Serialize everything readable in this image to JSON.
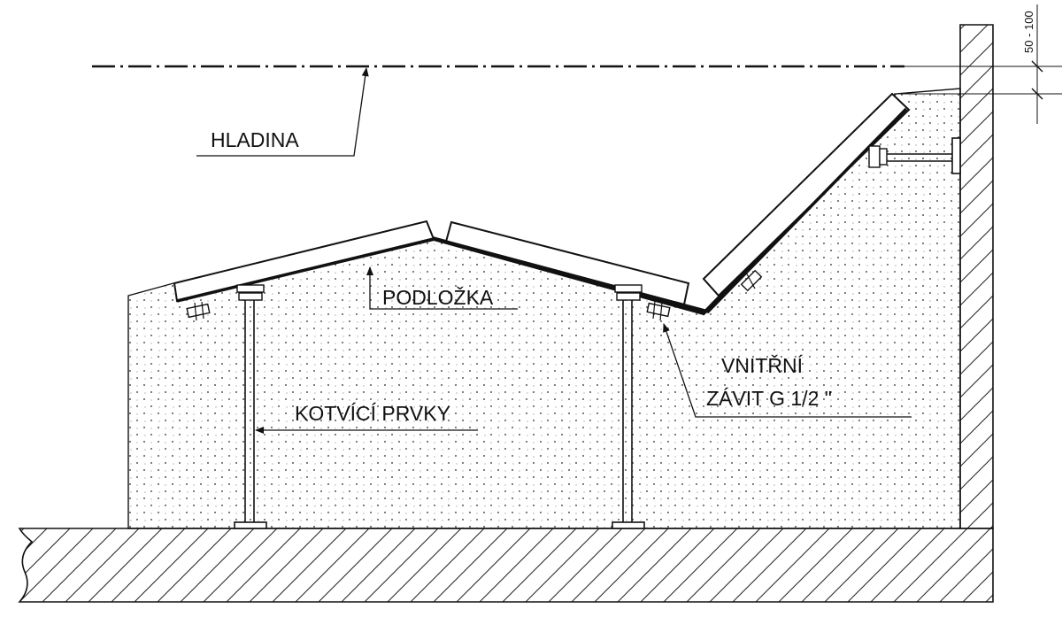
{
  "labels": {
    "water_level": "HLADINA",
    "pad": "PODLOŽKA",
    "anchors": "KOTVÍCÍ PRVKY",
    "thread_line1": "VNITŘNÍ",
    "thread_line2": "ZÁVIT G 1/2 \""
  },
  "dimension": {
    "range": "50 - 100"
  }
}
